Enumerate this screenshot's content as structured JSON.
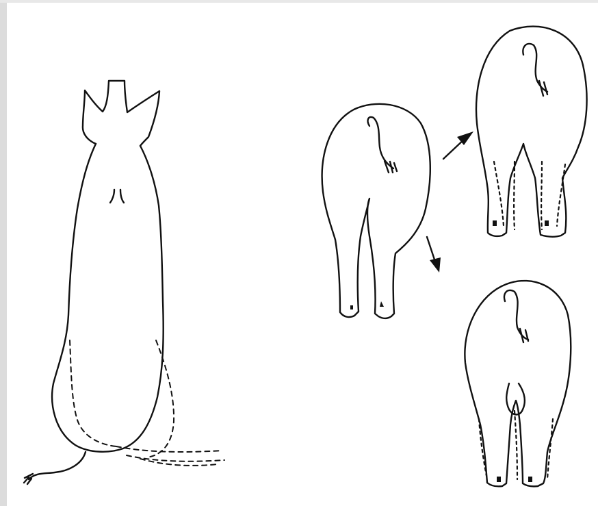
{
  "figure": {
    "panels": [
      {
        "id": "top-view",
        "subject": "pig-from-above"
      },
      {
        "id": "rear-view-start",
        "subject": "pig-from-behind"
      },
      {
        "id": "rear-view-legs-apart",
        "subject": "pig-from-behind"
      },
      {
        "id": "rear-view-legs-together",
        "subject": "pig-from-behind"
      }
    ],
    "arrows": [
      "up-right",
      "down-right"
    ],
    "colors": {
      "ink": "#111111",
      "paper": "#ffffff",
      "margin": "#dcdcdc"
    }
  }
}
